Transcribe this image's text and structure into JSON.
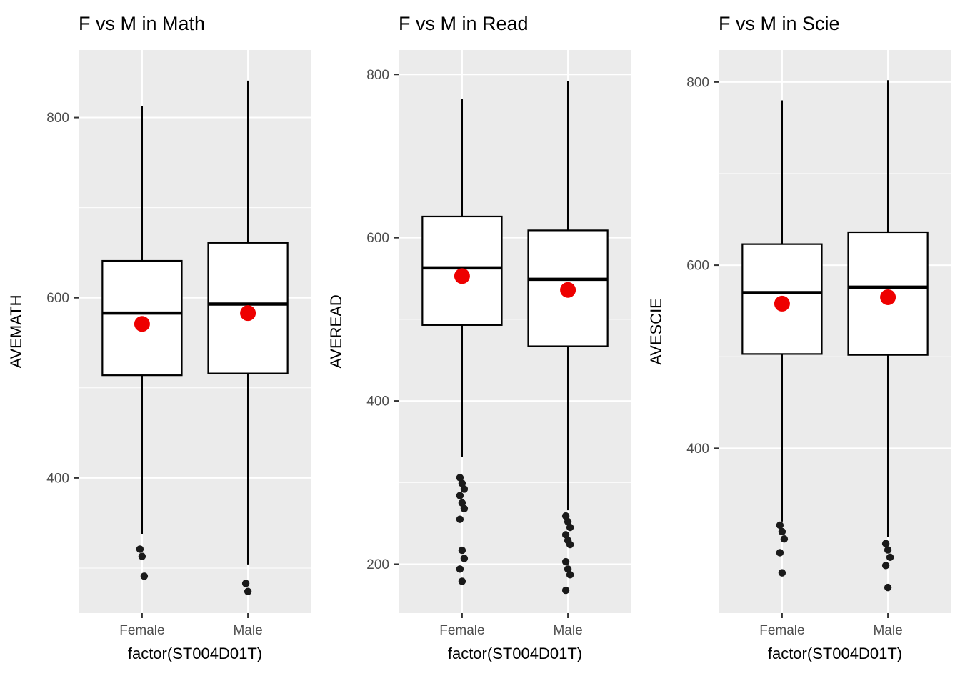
{
  "figure": {
    "background": "#FFFFFF",
    "panel_count": 3
  },
  "style": {
    "panel_bg": "#EBEBEB",
    "grid_major": "#FFFFFF",
    "grid_minor": "#FFFFFF",
    "box_fill": "#FFFFFF",
    "box_stroke": "#000000",
    "median_color": "#000000",
    "whisker_color": "#000000",
    "mean_color": "#EE0000",
    "outlier_color": "#1A1A1A",
    "tick_color": "#333333",
    "tick_label_color": "#4D4D4D",
    "title_color": "#000000",
    "axis_title_color": "#000000"
  },
  "chart_data": [
    {
      "type": "boxplot",
      "title": "F vs M in Math",
      "xlabel": "factor(ST004D01T)",
      "ylabel": "AVEMATH",
      "categories": [
        "Female",
        "Male"
      ],
      "ylim": [
        250,
        875
      ],
      "yticks": [
        400,
        600,
        800
      ],
      "grid": true,
      "legend": "none",
      "series": [
        {
          "name": "Female",
          "whisker_low": 338,
          "q1": 514,
          "median": 583,
          "q3": 641,
          "whisker_high": 813,
          "mean": 571,
          "outliers": [
            321,
            313,
            291
          ]
        },
        {
          "name": "Male",
          "whisker_low": 304,
          "q1": 516,
          "median": 593,
          "q3": 661,
          "whisker_high": 841,
          "mean": 583,
          "outliers": [
            283,
            274
          ]
        }
      ]
    },
    {
      "type": "boxplot",
      "title": "F vs M in Read",
      "xlabel": "factor(ST004D01T)",
      "ylabel": "AVEREAD",
      "categories": [
        "Female",
        "Male"
      ],
      "ylim": [
        140,
        830
      ],
      "yticks": [
        200,
        400,
        600,
        800
      ],
      "grid": true,
      "legend": "none",
      "series": [
        {
          "name": "Female",
          "whisker_low": 331,
          "q1": 493,
          "median": 563,
          "q3": 626,
          "whisker_high": 770,
          "mean": 553,
          "outliers": [
            306,
            299,
            292,
            284,
            275,
            268,
            255,
            217,
            207,
            194,
            179
          ]
        },
        {
          "name": "Male",
          "whisker_low": 266,
          "q1": 467,
          "median": 549,
          "q3": 609,
          "whisker_high": 792,
          "mean": 536,
          "outliers": [
            259,
            252,
            245,
            236,
            229,
            224,
            203,
            194,
            187,
            168
          ]
        }
      ]
    },
    {
      "type": "boxplot",
      "title": "F vs M in Scie",
      "xlabel": "factor(ST004D01T)",
      "ylabel": "AVESCIE",
      "categories": [
        "Female",
        "Male"
      ],
      "ylim": [
        220,
        835
      ],
      "yticks": [
        400,
        600,
        800
      ],
      "grid": true,
      "legend": "none",
      "series": [
        {
          "name": "Female",
          "whisker_low": 320,
          "q1": 503,
          "median": 570,
          "q3": 623,
          "whisker_high": 780,
          "mean": 558,
          "outliers": [
            316,
            309,
            301,
            286,
            264
          ]
        },
        {
          "name": "Male",
          "whisker_low": 303,
          "q1": 502,
          "median": 576,
          "q3": 636,
          "whisker_high": 802,
          "mean": 565,
          "outliers": [
            296,
            289,
            281,
            272,
            248
          ]
        }
      ]
    }
  ]
}
